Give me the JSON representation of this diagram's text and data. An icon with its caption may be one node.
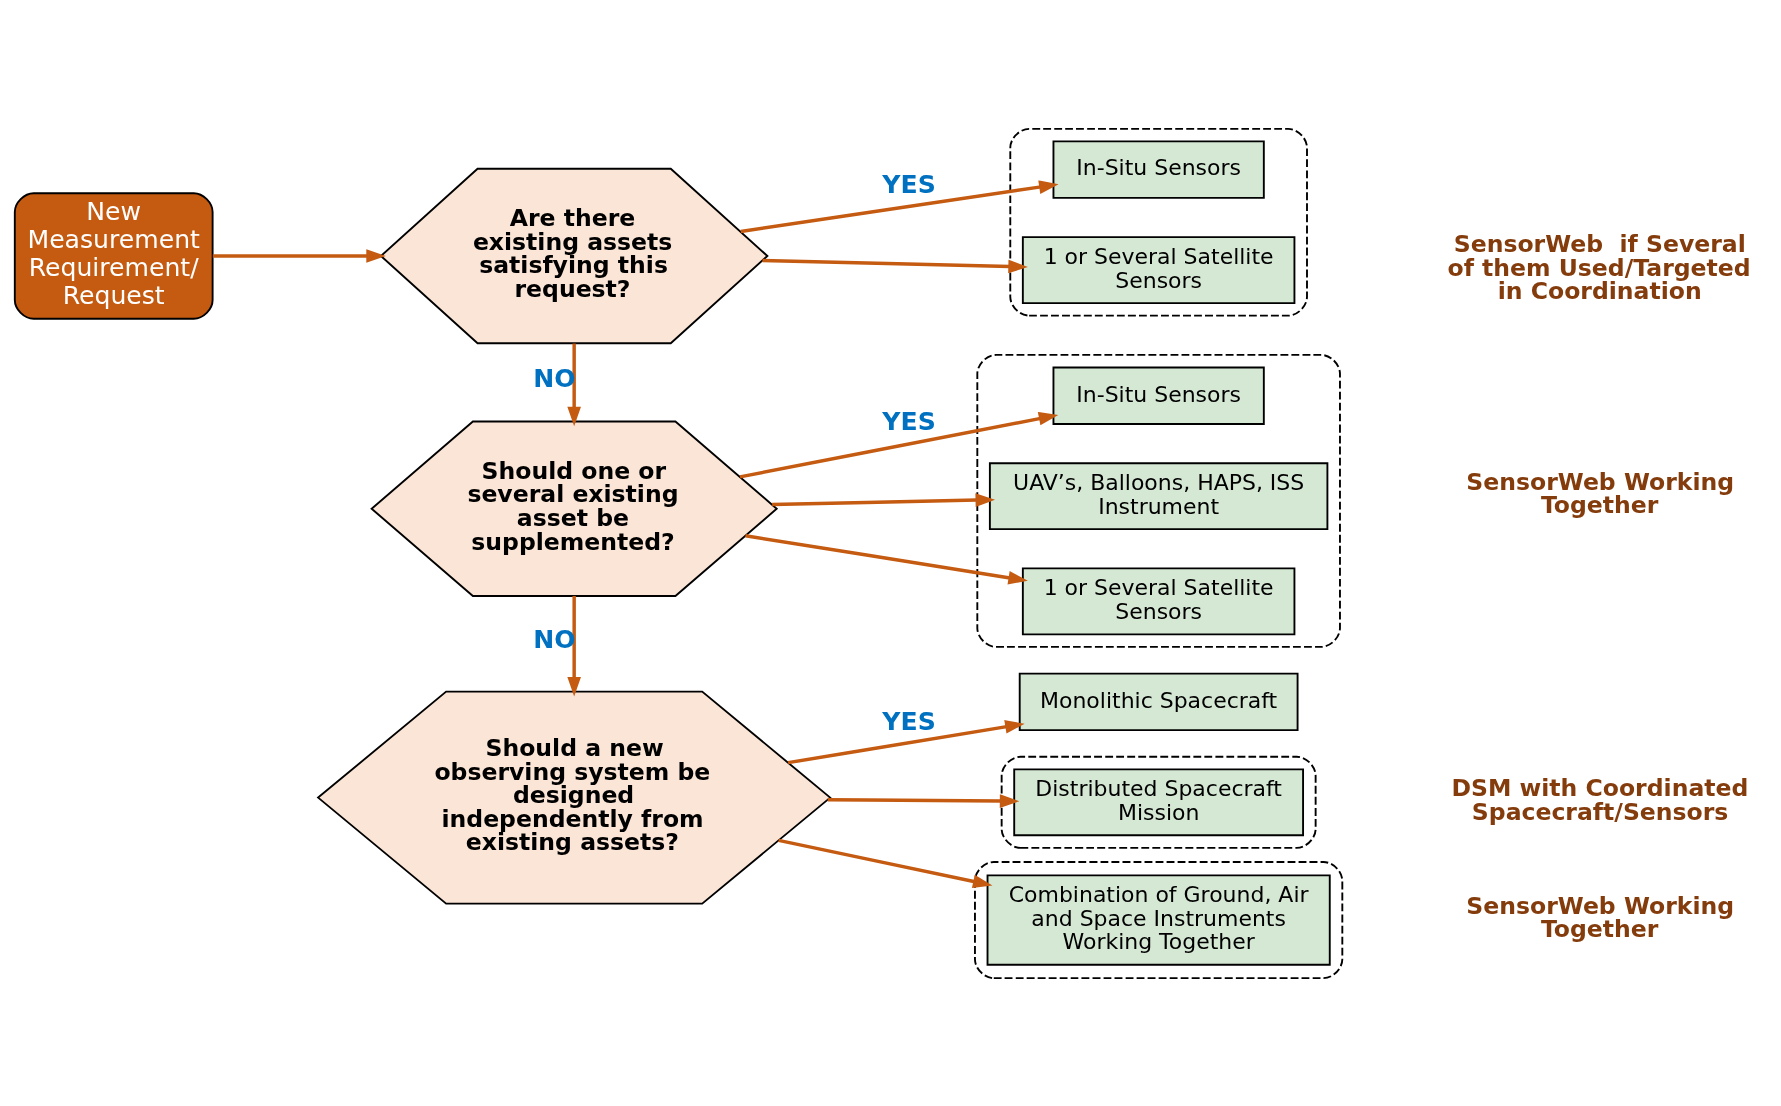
{
  "diagram": {
    "nodes": [
      {
        "text": [
          "New Measurement Requirement/ Request"
        ]
      },
      {
        "text": [
          "Are there existing assets satisfying this request?"
        ]
      },
      {
        "text": [],
        "shape": "ellipse"
      },
      {
        "text": [
          "In-Situ Sensors"
        ],
        "in": 2
      },
      {
        "text": [
          "1 or Several Satellite Sensors"
        ],
        "in": 2
      },
      {
        "text": [
          "Should one or several existing asset be supplemented?"
        ]
      },
      {
        "text": [],
        "shape": "ellipse"
      },
      {
        "text": [
          "In-Situ Sensors"
        ],
        "in": 6
      },
      {
        "text": [
          "UAV’s, Balloons, HAPS, ISS Instrument"
        ],
        "in": 6
      },
      {
        "text": [
          "1 or Several Satellite Sensors"
        ],
        "in": 6
      },
      {
        "text": [
          "Should a new observing system be designed independently from existing assets?"
        ]
      },
      {
        "text": [
          "Monolithic Spacecraft"
        ]
      },
      {
        "text": [],
        "shape": "ellipse"
      },
      {
        "text": [
          "Distributed Spacecraft Mission"
        ],
        "in": 12
      },
      {
        "text": [],
        "shape": "ellipse"
      },
      {
        "text": [
          "Combination of Ground, Air and Space Instruments Working Together"
        ],
        "in": 14
      }
    ],
    "edges": [
      {
        "from": 0,
        "to": 1,
        "arrow": "to"
      },
      {
        "from": 1,
        "to": 3,
        "arrow": "to",
        "label": "YES"
      },
      {
        "from": 1,
        "to": 4,
        "arrow": "to"
      },
      {
        "from": 1,
        "to": 5,
        "arrow": "to",
        "label": "NO"
      },
      {
        "from": 5,
        "to": 7,
        "arrow": "to",
        "label": "YES"
      },
      {
        "from": 5,
        "to": 8,
        "arrow": "to"
      },
      {
        "from": 5,
        "to": 9,
        "arrow": "to"
      },
      {
        "from": 5,
        "to": 10,
        "arrow": "to",
        "label": "NO"
      },
      {
        "from": 10,
        "to": 11,
        "arrow": "to",
        "label": "YES"
      },
      {
        "from": 10,
        "to": 13,
        "arrow": "to"
      },
      {
        "from": 10,
        "to": 15,
        "arrow": "to"
      }
    ],
    "labels": [
      "SensorWeb  if Several of them Used/Targeted in Coordination",
      "SensorWeb Working Together",
      "DSM with Coordinated Spacecraft/Sensors",
      "SensorWeb Working Together"
    ]
  }
}
